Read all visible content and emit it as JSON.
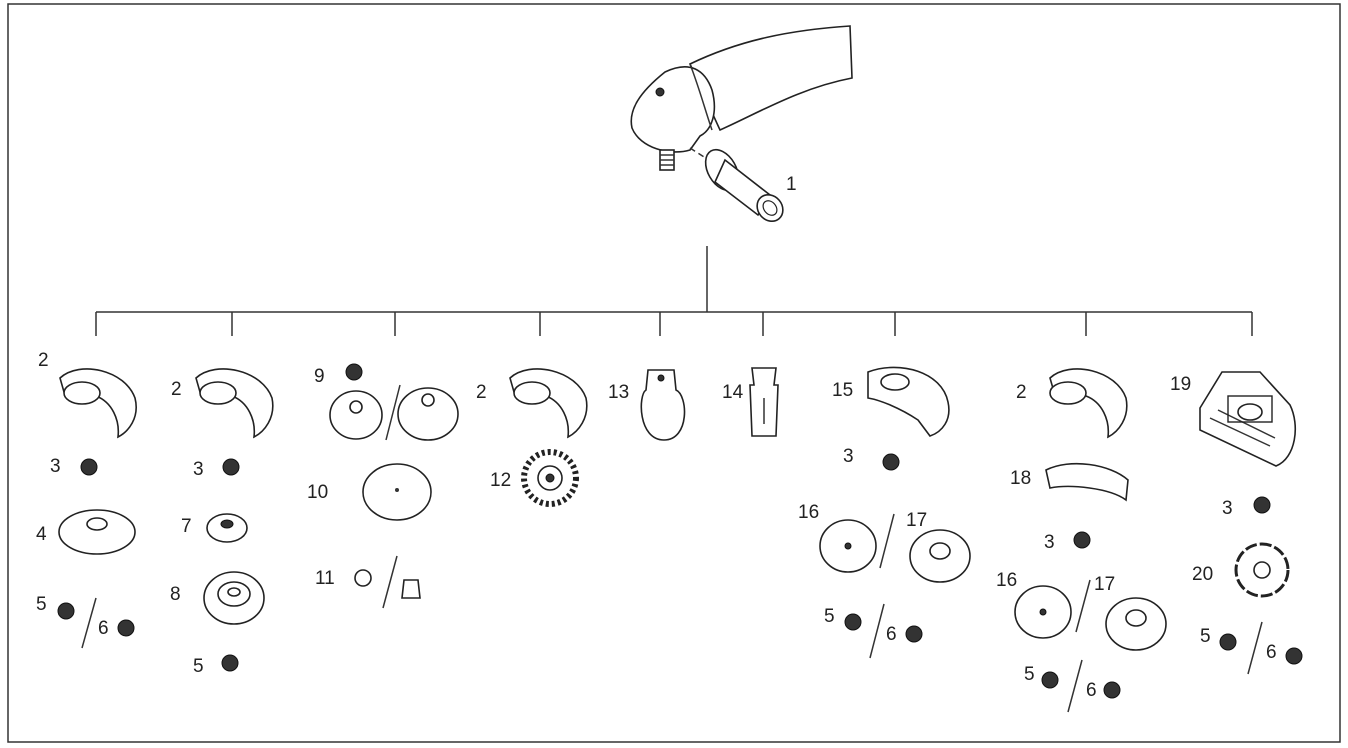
{
  "labels": [
    "1",
    "2",
    "3",
    "4",
    "5",
    "6",
    "7",
    "8",
    "9",
    "10",
    "11",
    "12",
    "13",
    "14",
    "15",
    "16",
    "17",
    "18",
    "19",
    "20"
  ],
  "icons": [
    "angle-grinder-icon",
    "side-handle-icon",
    "wheel-guard-icon",
    "flange-nut-icon",
    "backing-flange-icon",
    "flap-disc-icon",
    "brush-icon",
    "adapter-icon",
    "cutting-guard-icon",
    "sanding-disc-icon",
    "dust-shroud-icon",
    "diamond-blade-icon"
  ]
}
